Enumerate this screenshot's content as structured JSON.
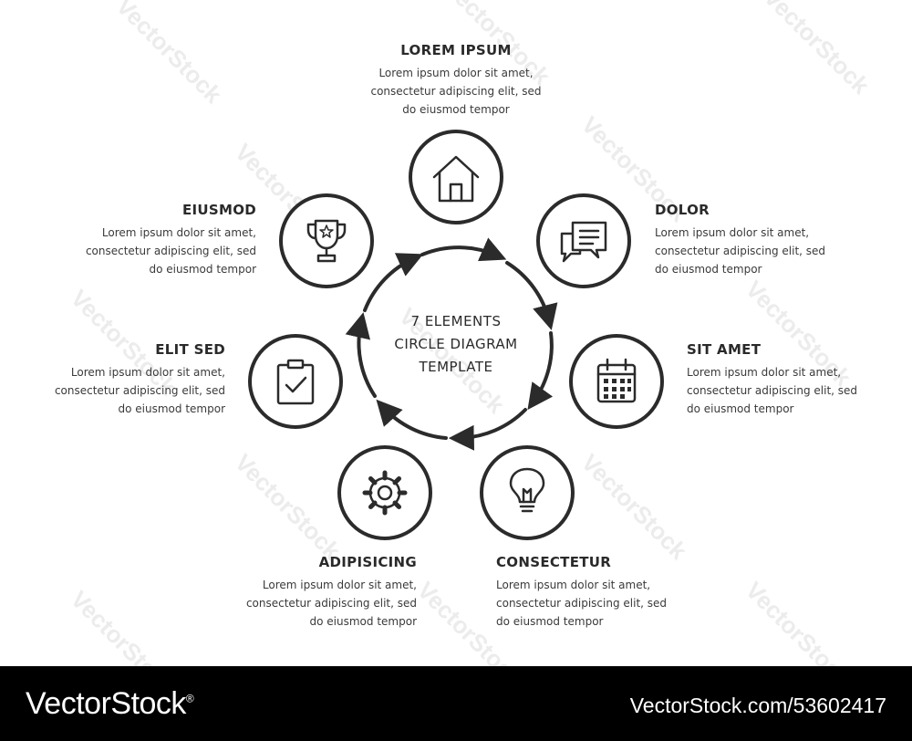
{
  "diagram": {
    "center_title_lines": [
      "7 ELEMENTS",
      "CIRCLE DIAGRAM",
      "TEMPLATE"
    ],
    "stroke_color": "#2b2b2b",
    "elements": [
      {
        "id": "lorem-ipsum",
        "title": "LOREM IPSUM",
        "icon": "home-icon",
        "desc_lines": [
          "Lorem ipsum dolor sit amet,",
          "consectetur adipiscing elit, sed",
          "do eiusmod tempor"
        ]
      },
      {
        "id": "dolor",
        "title": "DOLOR",
        "icon": "chat-bubbles-icon",
        "desc_lines": [
          "Lorem ipsum dolor sit amet,",
          "consectetur adipiscing elit, sed",
          "do eiusmod tempor"
        ]
      },
      {
        "id": "sit-amet",
        "title": "SIT AMET",
        "icon": "calendar-icon",
        "desc_lines": [
          "Lorem ipsum dolor sit amet,",
          "consectetur adipiscing elit, sed",
          "do eiusmod tempor"
        ]
      },
      {
        "id": "consectetur",
        "title": "CONSECTETUR",
        "icon": "lightbulb-icon",
        "desc_lines": [
          "Lorem ipsum dolor sit amet,",
          "consectetur adipiscing elit, sed",
          "do eiusmod tempor"
        ]
      },
      {
        "id": "adipisicing",
        "title": "ADIPISICING",
        "icon": "gear-icon",
        "desc_lines": [
          "Lorem ipsum dolor sit amet,",
          "consectetur adipiscing elit, sed",
          "do eiusmod tempor"
        ]
      },
      {
        "id": "elit-sed",
        "title": "ELIT SED",
        "icon": "clipboard-check-icon",
        "desc_lines": [
          "Lorem ipsum dolor sit amet,",
          "consectetur adipiscing elit, sed",
          "do eiusmod tempor"
        ]
      },
      {
        "id": "eiusmod",
        "title": "EIUSMOD",
        "icon": "trophy-icon",
        "desc_lines": [
          "Lorem ipsum dolor sit amet,",
          "consectetur adipiscing elit, sed",
          "do eiusmod tempor"
        ]
      }
    ]
  },
  "watermark": "VectorStock",
  "footer": {
    "brand": "VectorStock",
    "brand_suffix": "®",
    "ref": "VectorStock.com/53602417"
  }
}
